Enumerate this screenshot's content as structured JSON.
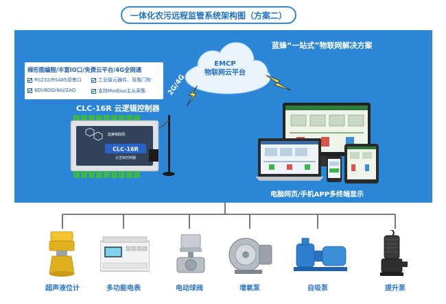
{
  "title": "一体化农污远程监管系统架构图（方案二）",
  "slogan": "蓝蜂“一站式”物联网解决方案",
  "cloud": {
    "line1": "EMCP",
    "line2": "物联网云平台"
  },
  "network_label": "2G/4G",
  "features": {
    "title": "梯形图编程/丰富IO口/免费云平台/4G全网通",
    "items": [
      "RS232/RS485双串口",
      "工业级元器件、双看门狗",
      "8DI/8DO/4AI/2AO",
      "支持Modbus主从采集"
    ]
  },
  "controller": {
    "label": "CLC-16R 云逻辑控制器",
    "brand": "蓝蜂物联网",
    "model": "CLC-16R",
    "sub": "云逻辑控制器"
  },
  "terminal_label": "电脑网页/手机APP多终端显示",
  "devices": [
    {
      "name": "超声液位计",
      "icon": "ultrasonic-level-meter-icon"
    },
    {
      "name": "多功能电表",
      "icon": "multifunction-meter-icon"
    },
    {
      "name": "电动球阀",
      "icon": "electric-ball-valve-icon"
    },
    {
      "name": "增氧泵",
      "icon": "aeration-blower-icon"
    },
    {
      "name": "自吸泵",
      "icon": "self-priming-pump-icon"
    },
    {
      "name": "提升泵",
      "icon": "lift-pump-icon"
    }
  ],
  "colors": {
    "panel": "#2b86d8",
    "accent": "#1f6fc2",
    "bus": "#555555",
    "device_label": "#2b74c9"
  }
}
